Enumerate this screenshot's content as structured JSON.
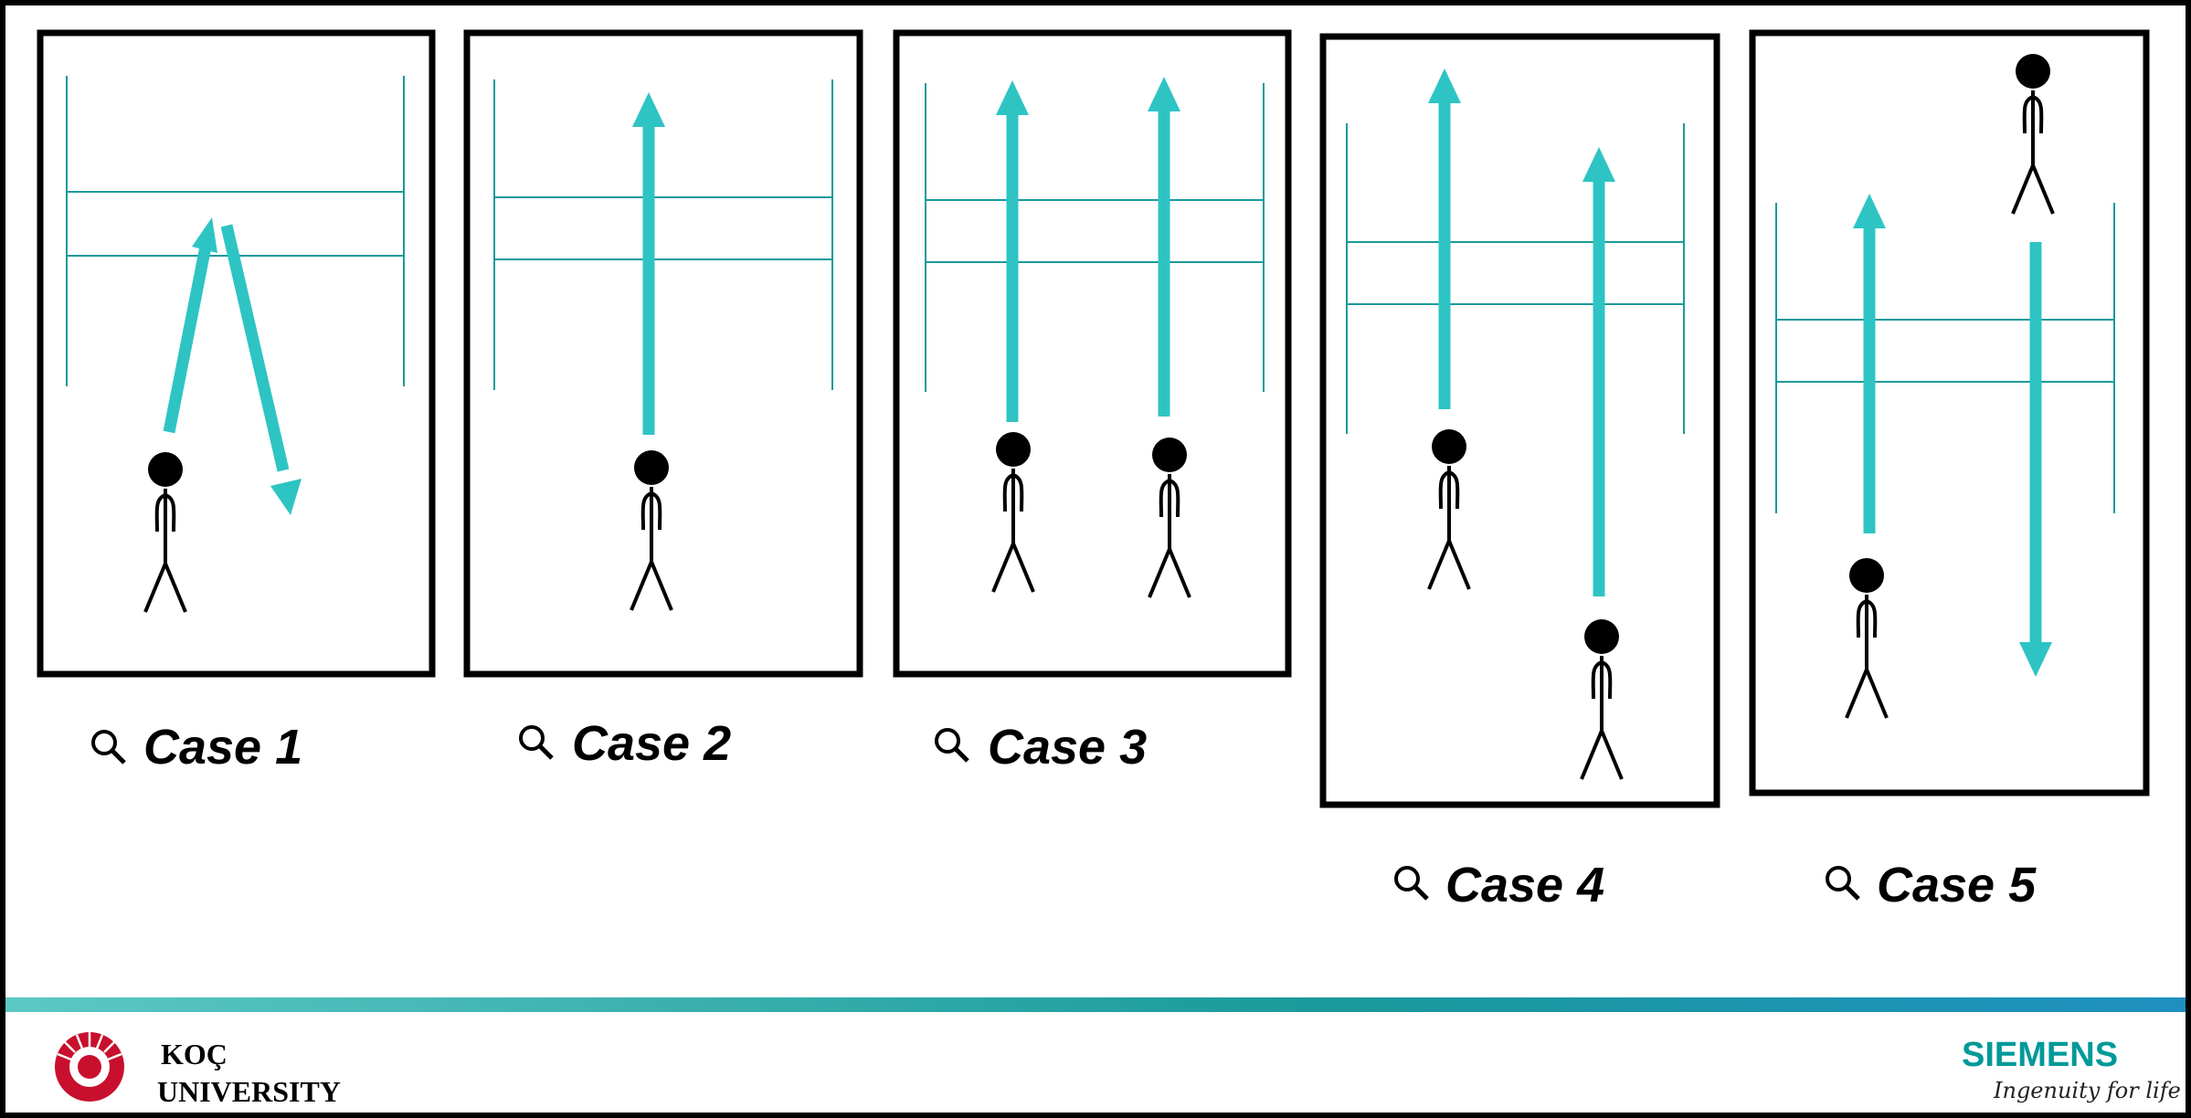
{
  "colors": {
    "accent": "#2EC4C4",
    "sensor": "#1a9a9a",
    "ink": "#000000",
    "koc_red": "#c8102e",
    "siemens": "#009999"
  },
  "cases": [
    {
      "id": "case1",
      "label": "Case 1"
    },
    {
      "id": "case2",
      "label": "Case 2"
    },
    {
      "id": "case3",
      "label": "Case 3"
    },
    {
      "id": "case4",
      "label": "Case 4"
    },
    {
      "id": "case5",
      "label": "Case 5"
    }
  ],
  "footer": {
    "koc_line1": "KOÇ",
    "koc_line2": "UNIVERSITY",
    "siemens_name": "SIEMENS",
    "siemens_tagline": "Ingenuity for life"
  },
  "icons": {
    "case_icon": "magnifier-icon",
    "person": "stick-figure-icon"
  }
}
